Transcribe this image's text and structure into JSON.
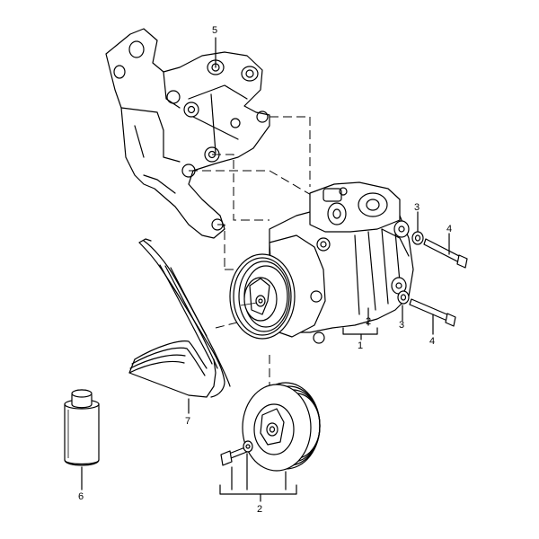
{
  "callouts": {
    "c1": "1",
    "c2_top": "2",
    "c2_bottom": "2",
    "c3_top": "3",
    "c3_bottom": "3",
    "c4_top": "4",
    "c4_bottom": "4",
    "c5": "5",
    "c6": "6",
    "c7": "7"
  }
}
